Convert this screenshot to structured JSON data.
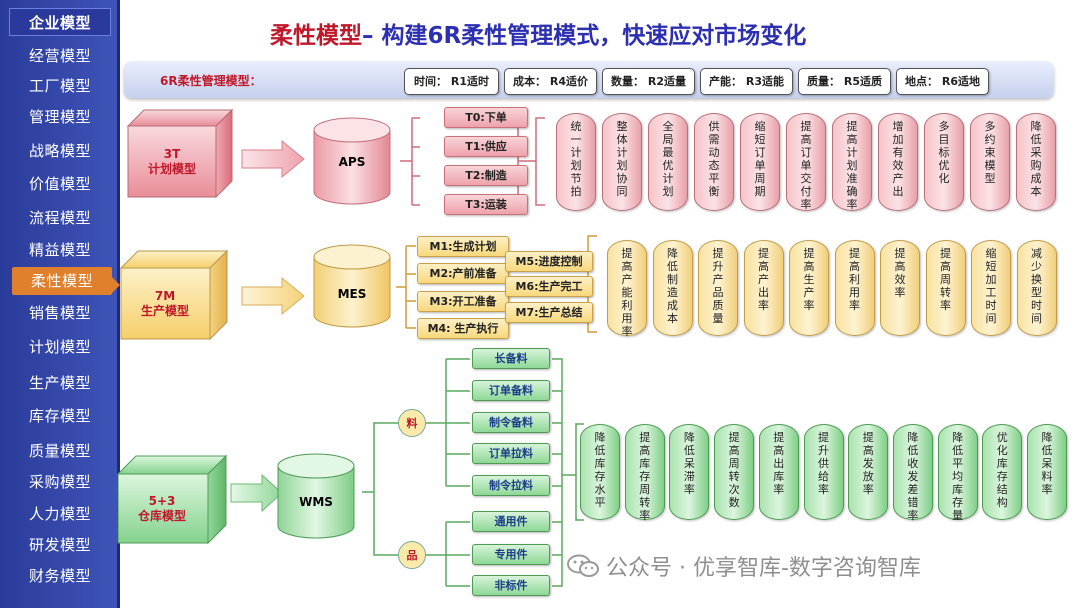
{
  "sidebar": {
    "items": [
      "企业模型",
      "经营模型",
      "工厂模型",
      "管理模型",
      "战略模型",
      "价值模型",
      "流程模型",
      "精益模型",
      "柔性模型",
      "销售模型",
      "计划模型",
      "生产模型",
      "库存模型",
      "质量模型",
      "采购模型",
      "人力模型",
      "研发模型",
      "财务模型"
    ],
    "active": "柔性模型"
  },
  "title": {
    "part1": "柔性模型",
    "part2": "– 构建6R柔性管理模式，快速应对市场变化"
  },
  "banner": {
    "label": "6R柔性管理模型：",
    "items": [
      "时间：   R1适时",
      "成本：   R4适价",
      "数量：   R2适量",
      "产能：   R3适能",
      "质量：   R5适质",
      "地点：   R6适地"
    ]
  },
  "plan": {
    "cube_line1": "3T",
    "cube_line2": "计划模型",
    "system": "APS",
    "steps": [
      "T0:下单",
      "T1:供应",
      "T2:制造",
      "T3:运装"
    ],
    "outcomes": [
      "统一计划节拍",
      "整体计划协同",
      "全局最优计划",
      "供需动态平衡",
      "缩短订单周期",
      "提高订单交付率",
      "提高计划准确率",
      "增加有效产出",
      "多目标优化",
      "多约束模型",
      "降低采购成本"
    ]
  },
  "production": {
    "cube_line1": "7M",
    "cube_line2": "生产模型",
    "system": "MES",
    "steps_left": [
      "M1:生成计划",
      "M2:产前准备",
      "M3:开工准备",
      "M4:  生产执行"
    ],
    "steps_right": [
      "M5:进度控制",
      "M6:生产完工",
      "M7:生产总结"
    ],
    "outcomes": [
      "提高产能利用率",
      "降低制造成本",
      "提升产品质量",
      "提高产出率",
      "提高生产率",
      "提高利用率",
      "提高效率",
      "提高周转率",
      "缩短加工时间",
      "减少换型时间"
    ]
  },
  "warehouse": {
    "cube_line1": "5+3",
    "cube_line2": "仓库模型",
    "system": "WMS",
    "branch_material": "料",
    "branch_product": "品",
    "material_items": [
      "长备料",
      "订单备料",
      "制令备料",
      "订单拉料",
      "制令拉料"
    ],
    "product_items": [
      "通用件",
      "专用件",
      "非标件"
    ],
    "outcomes": [
      "降低库存水平",
      "提高库存周转率",
      "降低呆滞率",
      "提高周转次数",
      "提高出库率",
      "提升供给率",
      "提高发放率",
      "降低收发差错率",
      "降低平均库存量",
      "优化库存结构",
      "降低呆料率"
    ]
  },
  "watermark": "公众号 · 优享智库-数字咨询智库",
  "colors": {
    "sidebar": "#2f43a8",
    "active": "#e07f2c",
    "title_red": "#c0182b",
    "title_blue": "#2b2fb0",
    "plan": "#f2aab3",
    "production": "#f8d87c",
    "warehouse": "#8fd896"
  }
}
